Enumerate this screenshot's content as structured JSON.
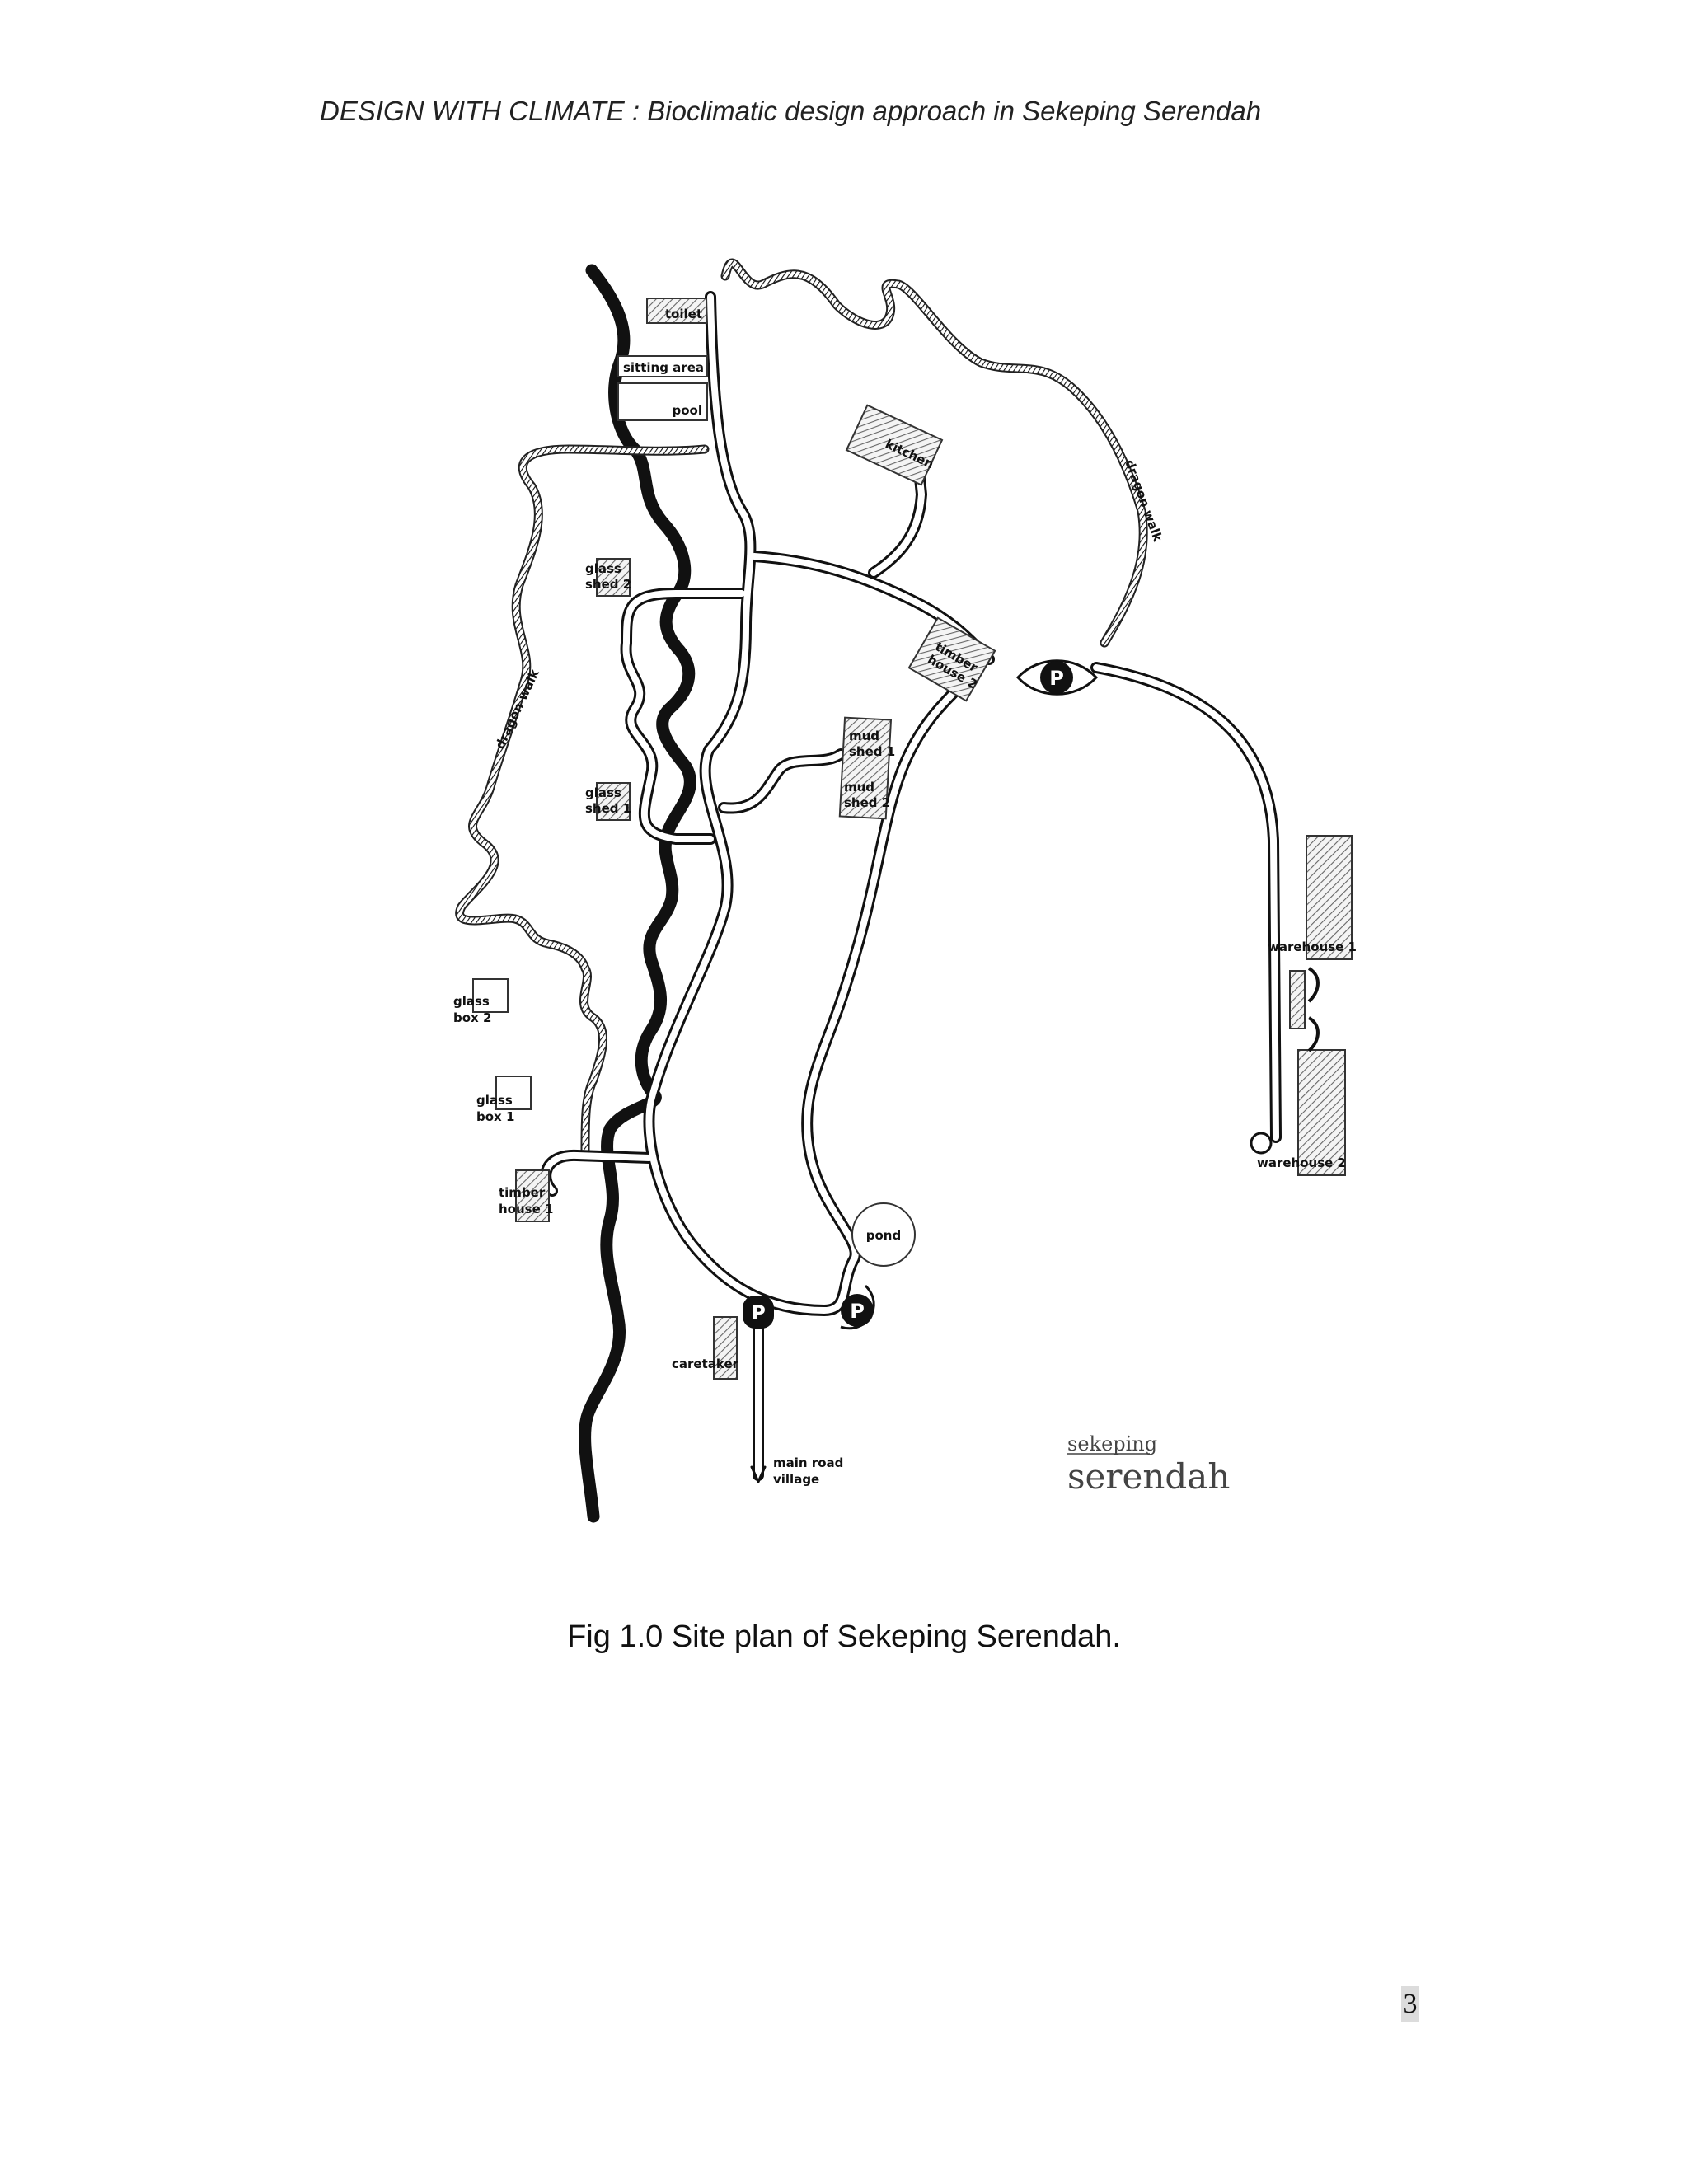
{
  "header": "DESIGN WITH CLIMATE : Bioclimatic design approach in Sekeping Serendah",
  "caption": "Fig  1.0  Site plan of Sekeping Serendah.",
  "page_number": "3",
  "map": {
    "labels": {
      "toilet": "toilet",
      "sitting_area": "sitting area",
      "pool": "pool",
      "kitchen": "kitchen",
      "dragon_walk_right": "dragon walk",
      "dragon_walk_left": "dragon walk",
      "glass_shed_2": [
        "glass",
        "shed 2"
      ],
      "glass_shed_1": [
        "glass",
        "shed 1"
      ],
      "timber_house_2": [
        "timber",
        "house 2"
      ],
      "mud_shed_1": [
        "mud",
        "shed 1"
      ],
      "mud_shed_2": [
        "mud",
        "shed 2"
      ],
      "glass_box_2": [
        "glass",
        "box 2"
      ],
      "glass_box_1": [
        "glass",
        "box 1"
      ],
      "timber_house_1": [
        "timber",
        "house 1"
      ],
      "warehouse_1": "warehouse 1",
      "warehouse_2": "warehouse 2",
      "pond": "pond",
      "caretaker": "caretaker",
      "main_road_village": [
        "main road",
        "village"
      ],
      "parking": "P"
    },
    "logo": {
      "top": "sekeping",
      "bottom": "serendah"
    }
  }
}
